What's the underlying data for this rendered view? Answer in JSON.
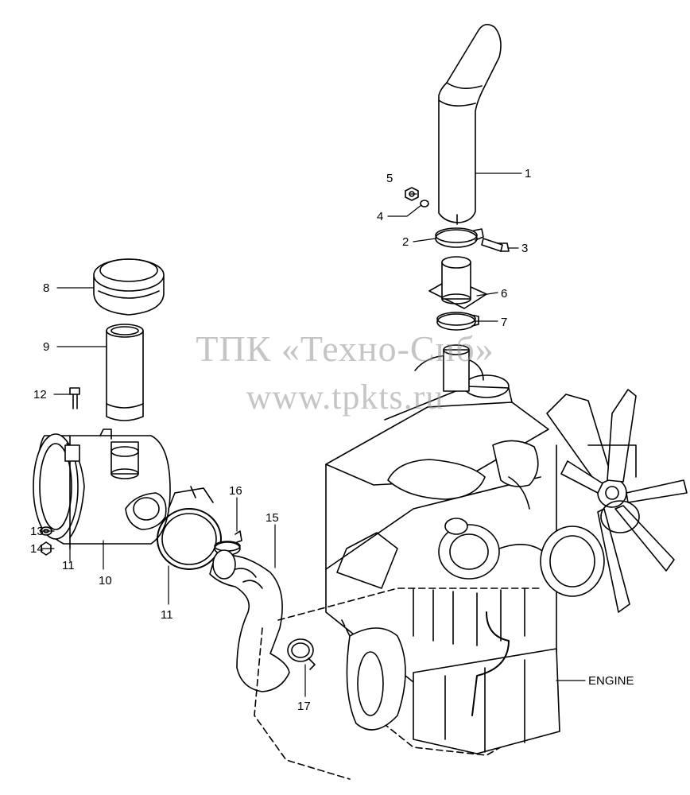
{
  "callouts": [
    {
      "id": "1",
      "text": "1"
    },
    {
      "id": "2",
      "text": "2"
    },
    {
      "id": "3",
      "text": "3"
    },
    {
      "id": "4",
      "text": "4"
    },
    {
      "id": "5",
      "text": "5"
    },
    {
      "id": "6",
      "text": "6"
    },
    {
      "id": "7",
      "text": "7"
    },
    {
      "id": "8",
      "text": "8"
    },
    {
      "id": "9",
      "text": "9"
    },
    {
      "id": "10",
      "text": "10"
    },
    {
      "id": "11a",
      "text": "11"
    },
    {
      "id": "11b",
      "text": "11"
    },
    {
      "id": "12",
      "text": "12"
    },
    {
      "id": "13",
      "text": "13"
    },
    {
      "id": "14",
      "text": "14"
    },
    {
      "id": "15",
      "text": "15"
    },
    {
      "id": "16",
      "text": "16"
    },
    {
      "id": "17",
      "text": "17"
    }
  ],
  "engine_label": "ENGINE",
  "watermark": {
    "line1": "ТПК «Техно-Сиб»",
    "line2": "www.tpkts.ru"
  }
}
